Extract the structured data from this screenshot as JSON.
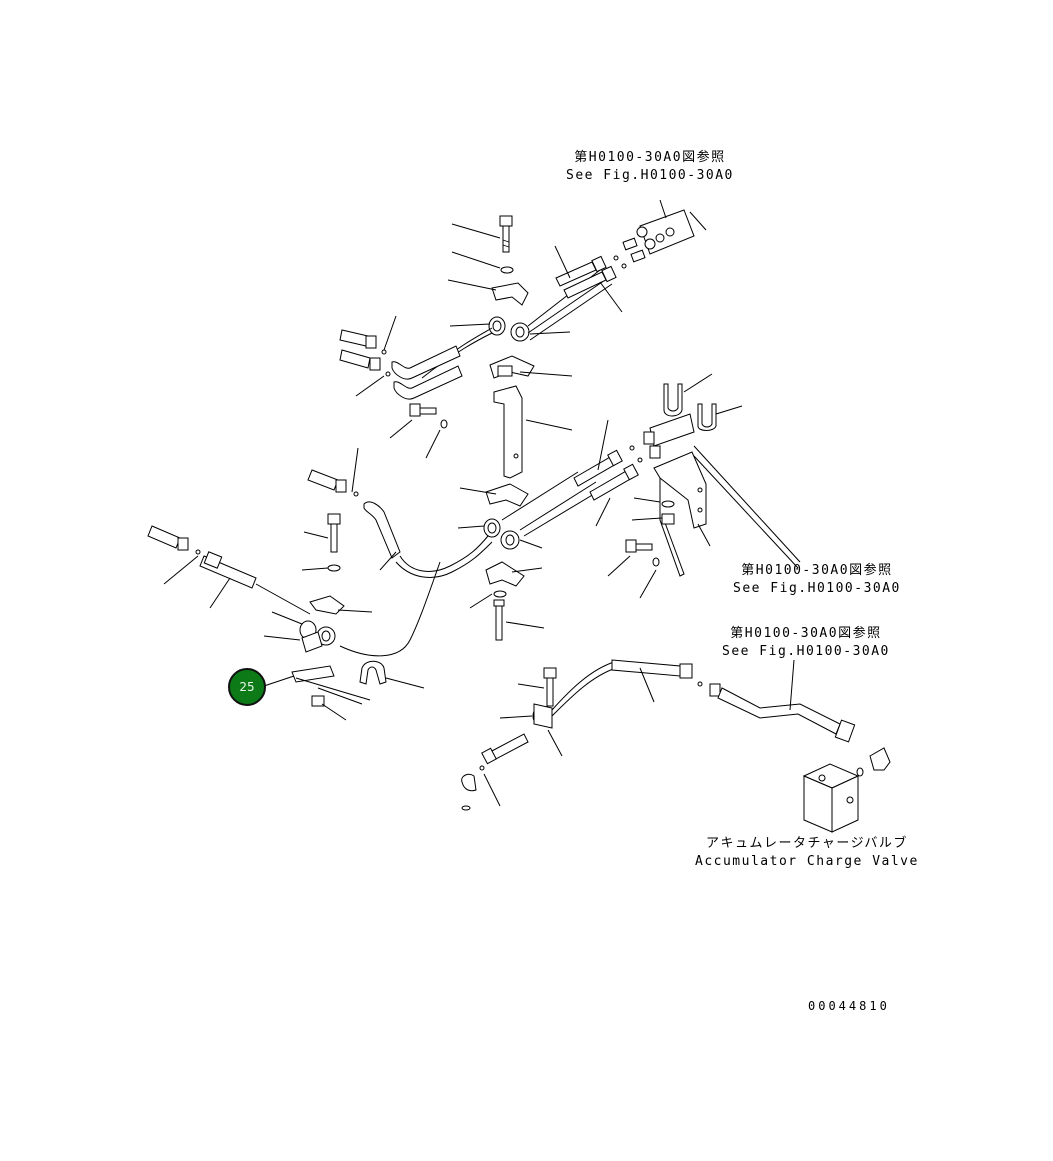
{
  "references": {
    "top": {
      "jp": "第H0100-30A0図参照",
      "en": "See Fig.H0100-30A0"
    },
    "middle": {
      "jp": "第H0100-30A0図参照",
      "en": "See Fig.H0100-30A0"
    },
    "lower": {
      "jp": "第H0100-30A0図参照",
      "en": "See Fig.H0100-30A0"
    }
  },
  "accumulator": {
    "jp": "アキュムレータチャージバルブ",
    "en": "Accumulator Charge Valve"
  },
  "drawing_number": "00044810",
  "callouts": [
    {
      "label": "25",
      "color": "#0b7a17"
    }
  ]
}
